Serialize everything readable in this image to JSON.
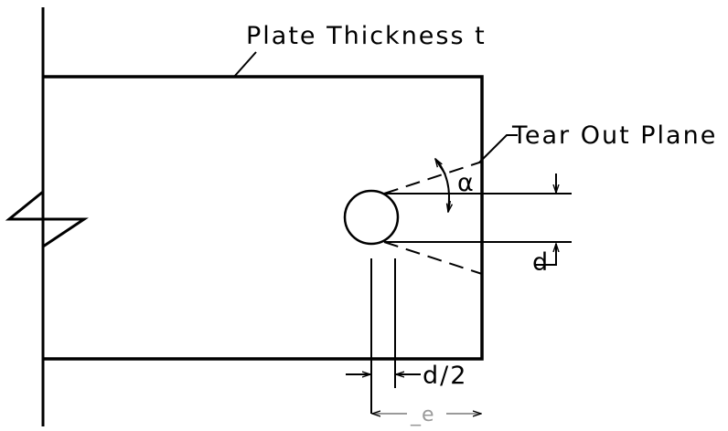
{
  "labels": {
    "plate_thickness": "Plate Thickness t",
    "tear_out_plane": "Tear Out Plane",
    "alpha": "α",
    "d": "d",
    "d_half": "d/2",
    "e": "_e"
  }
}
